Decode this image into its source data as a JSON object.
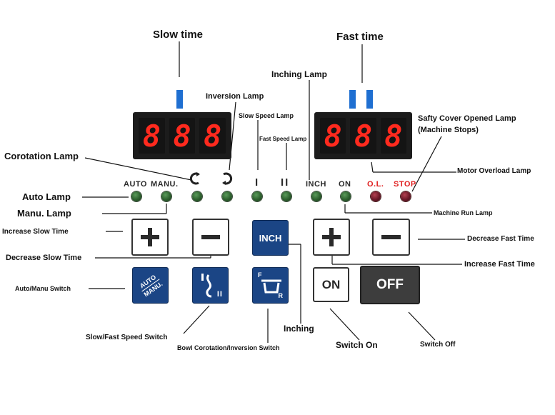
{
  "labels": {
    "slow_time": "Slow time",
    "fast_time": "Fast time",
    "inching_lamp": "Inching Lamp",
    "inversion_lamp": "Inversion Lamp",
    "slow_speed_lamp": "Slow Speed Lamp",
    "fast_speed_lamp": "Fast Speed Lamp",
    "safety_cover_line1": "Safty Cover Opened Lamp",
    "safety_cover_line2": "(Machine Stops)",
    "corotation_lamp": "Corotation Lamp",
    "motor_overload_lamp": "Motor Overload Lamp",
    "auto_lamp": "Auto Lamp",
    "manu_lamp": "Manu. Lamp",
    "machine_run_lamp": "Machine Run Lamp",
    "increase_slow_time": "Increase Slow Time",
    "decrease_fast_time": "Decrease Fast Time",
    "decrease_slow_time": "Decrease Slow Time",
    "increase_fast_time": "Increase Fast Time",
    "auto_manu_switch": "Auto/Manu Switch",
    "slow_fast_speed_switch": "Slow/Fast Speed Switch",
    "bowl_switch": "Bowl Corotation/Inversion Switch",
    "inching": "Inching",
    "switch_on": "Switch On",
    "switch_off": "Switch Off"
  },
  "panel": {
    "auto": "AUTO",
    "manu": "MANU.",
    "speed_slow": "I",
    "speed_fast": "II",
    "inch": "INCH",
    "on": "ON",
    "ol": "O.L.",
    "stop": "STOP",
    "slow_display": [
      "8",
      "8",
      "8"
    ],
    "fast_display": [
      "8",
      "8",
      "8"
    ]
  },
  "buttons": {
    "inch": "INCH",
    "on": "ON",
    "off": "OFF",
    "auto": "AUTO",
    "manu": "MANU.",
    "bowl_f": "F",
    "bowl_r": "R",
    "speed_ii": "II"
  },
  "colors": {
    "digit": "#ff2a1e",
    "tick": "#1f6fd1",
    "key_blue": "#1b4585",
    "green_led": "#2c5f2d",
    "red_led": "#6a1828",
    "panel_red": "#e02020"
  }
}
